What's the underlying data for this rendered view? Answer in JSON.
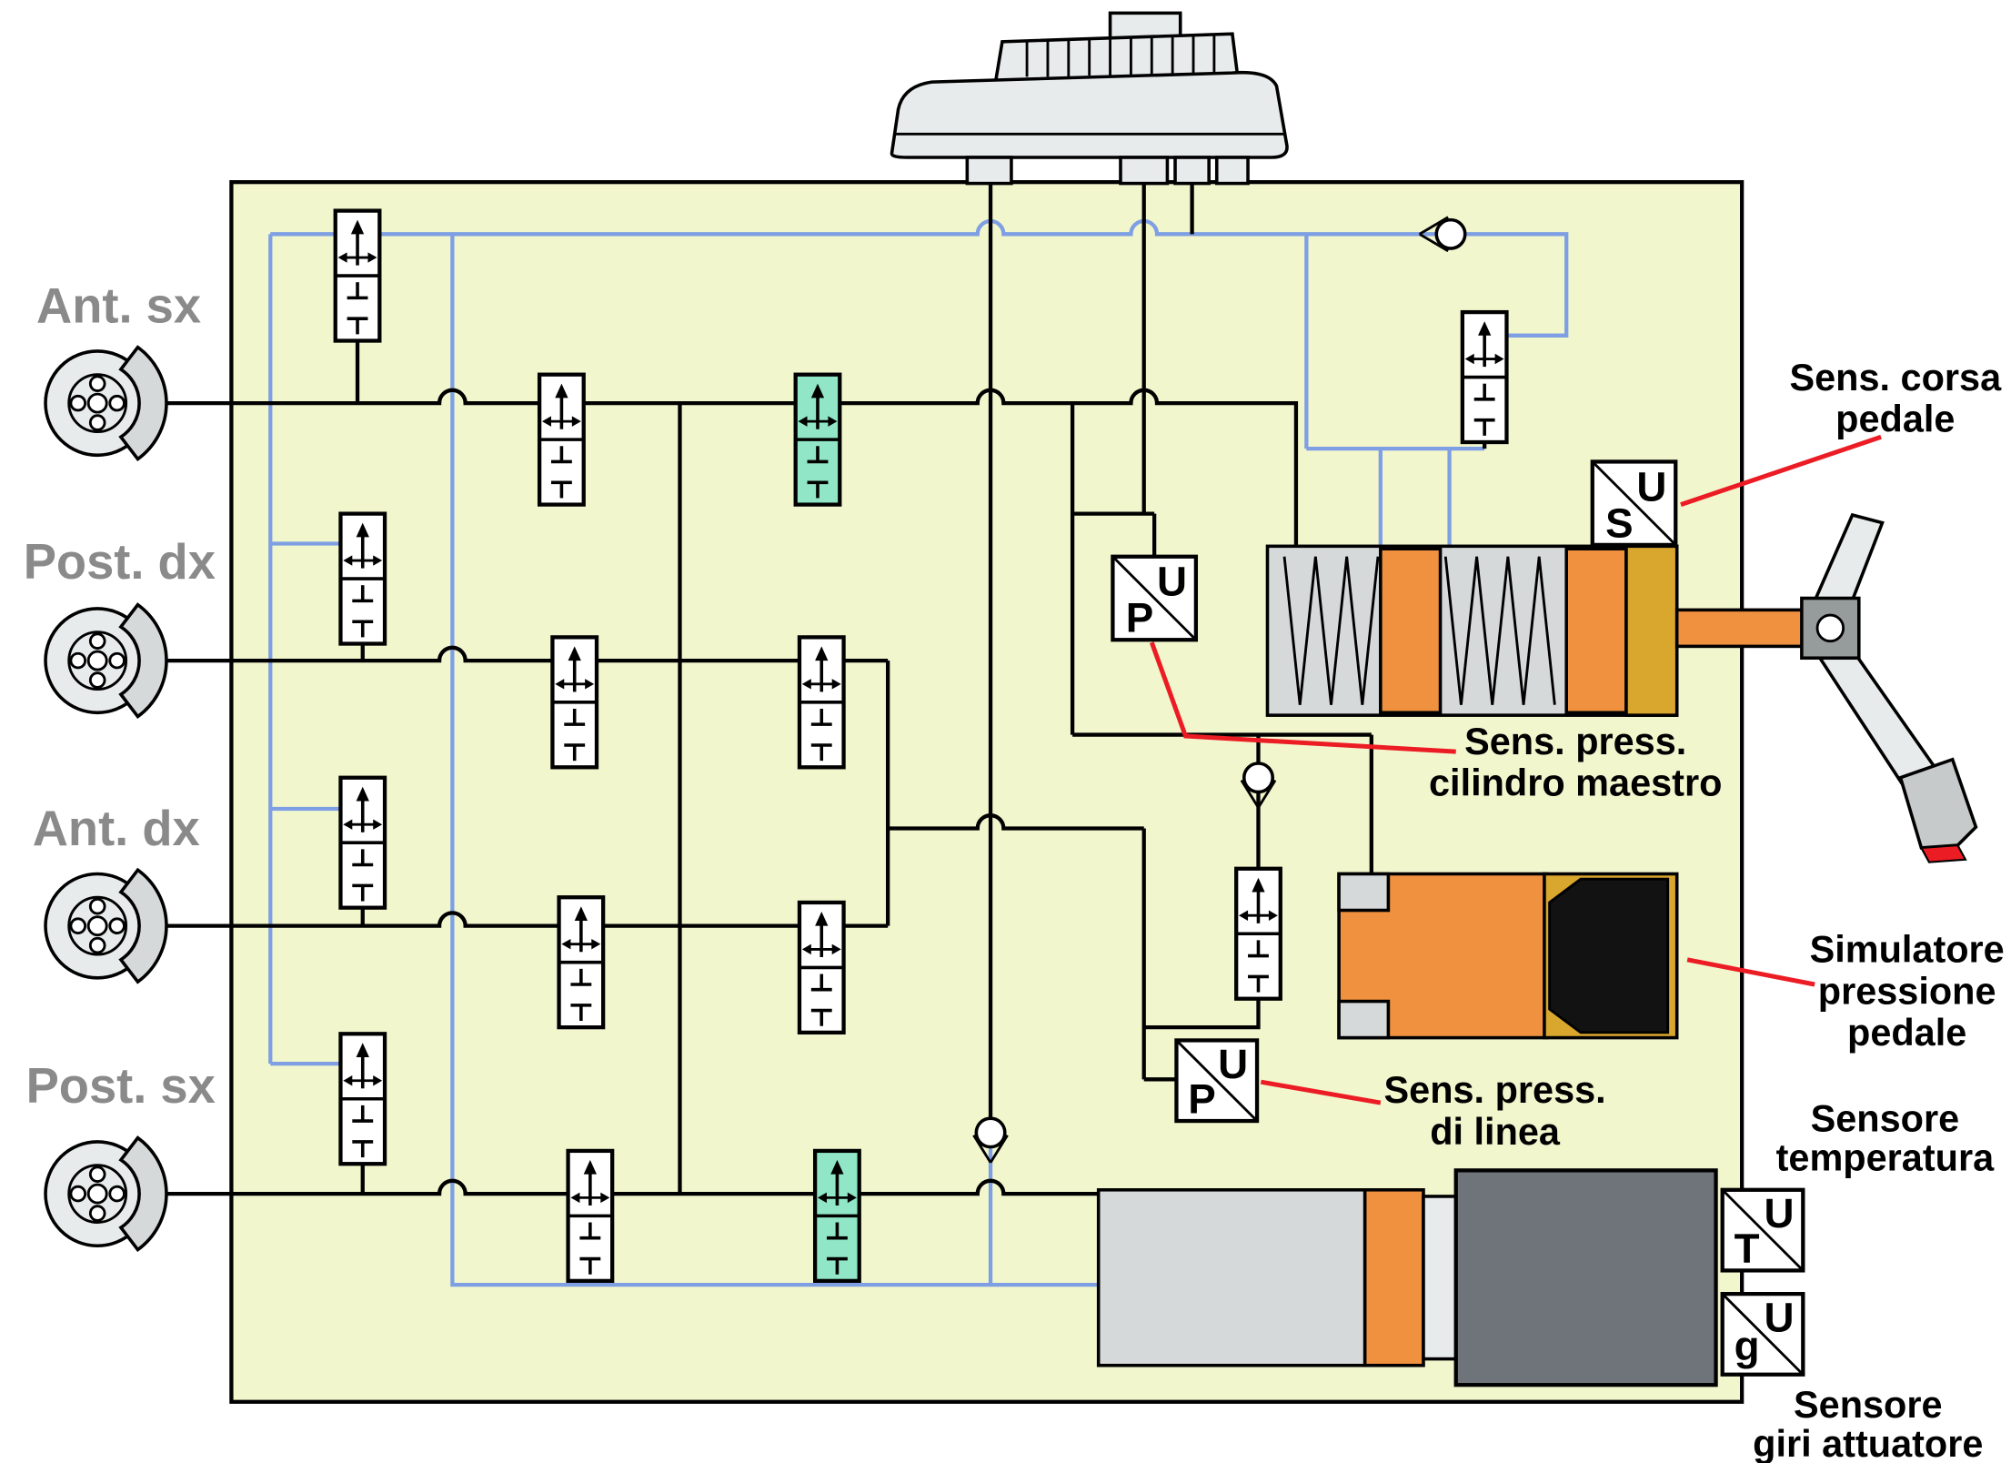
{
  "wheels": [
    {
      "label": "Ant. sx"
    },
    {
      "label": "Post. dx"
    },
    {
      "label": "Ant. dx"
    },
    {
      "label": "Post. sx"
    }
  ],
  "sensors": {
    "pedal_travel": {
      "symbol": "S",
      "unit": "U",
      "label1": "Sens. corsa",
      "label2": "pedale"
    },
    "master_pressure": {
      "symbol": "P",
      "unit": "U",
      "label1": "Sens. press.",
      "label2": "cilindro maestro"
    },
    "line_pressure": {
      "symbol": "P",
      "unit": "U",
      "label1": "Sens. press.",
      "label2": "di linea"
    },
    "temperature": {
      "symbol": "T",
      "unit": "U",
      "label1": "Sensore",
      "label2": "temperatura"
    },
    "actuator_speed": {
      "symbol": "g",
      "unit": "U",
      "label1": "Sensore",
      "label2": "giri attuatore"
    }
  },
  "simulator": {
    "label1": "Simulatore",
    "label2": "pressione",
    "label3": "pedale"
  },
  "colors": {
    "board_fill": "#F2F6CD",
    "line_blue": "#7E9FE3",
    "callout_red": "#EC1C24",
    "valve_teal": "#90E6C7",
    "orange": "#F0913F",
    "gold": "#D9A62E",
    "light_gray": "#E7EBEB",
    "mid_gray": "#D5D9D9",
    "motor_gray": "#6F747A"
  }
}
